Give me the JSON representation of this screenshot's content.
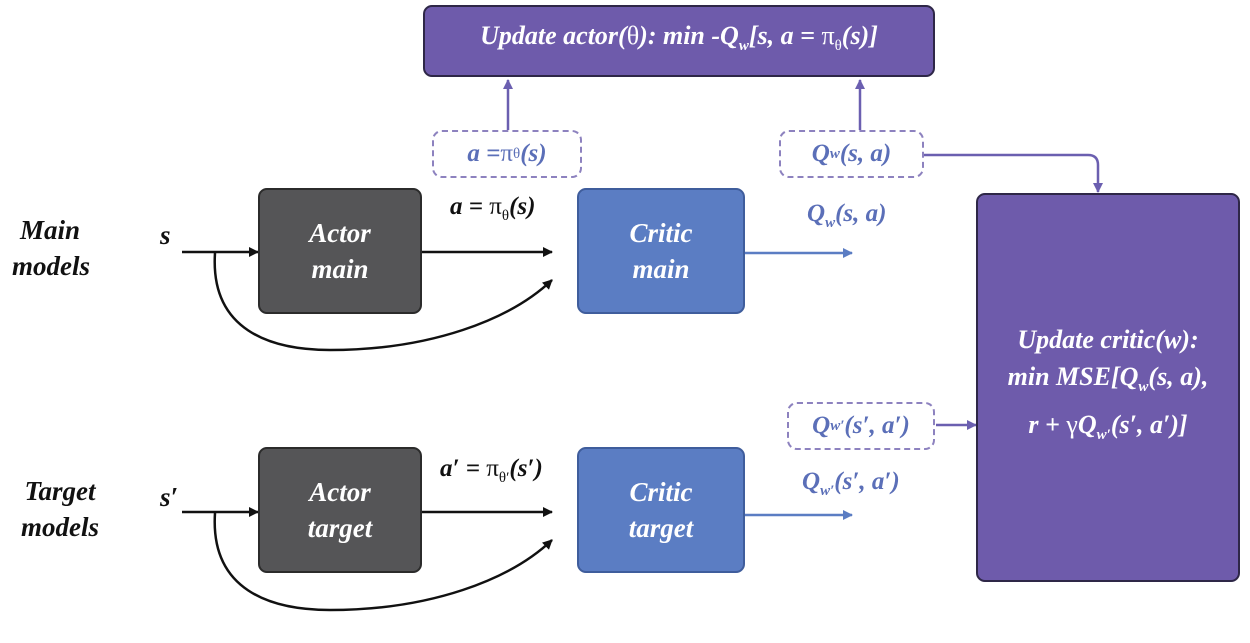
{
  "update_actor": {
    "prefix": "Update  actor(",
    "theta": "θ",
    "middle": "): min -Q",
    "w": "w",
    "suffix": "[s, a = ",
    "pi": "π",
    "theta_sub": "θ",
    "end": "(s)]"
  },
  "rows": {
    "main": {
      "line1": "Main",
      "line2": "models"
    },
    "target": {
      "line1": "Target",
      "line2": "models"
    }
  },
  "inputs": {
    "s": "s",
    "s_prime": "s′"
  },
  "boxes": {
    "actor_main": {
      "line1": "Actor",
      "line2": "main"
    },
    "critic_main": {
      "line1": "Critic",
      "line2": "main"
    },
    "actor_target": {
      "line1": "Actor",
      "line2": "target"
    },
    "critic_target": {
      "line1": "Critic",
      "line2": "target"
    }
  },
  "labels": {
    "a_eq": "a = ",
    "pi": "π",
    "theta": "θ",
    "s_paren": "(s)",
    "a_prime_eq": "a′ = ",
    "theta_prime": "θ′",
    "s_prime_paren": "(s′)",
    "Q": "Q",
    "w": "w",
    "w_prime": "w′",
    "q_args": "(s, a)",
    "q_prime_args": "(s′, a′)"
  },
  "update_critic": {
    "line1": "Update  critic(w):",
    "line2_pre": "min  MSE[Q",
    "w": "w",
    "line2_post": "(s, a),",
    "line3_pre": "r + ",
    "gamma": "γ",
    "Q": "Q",
    "w_prime": "w′",
    "line3_post": "(s′, a′)]"
  },
  "colors": {
    "actor_fill": "#555557",
    "critic_fill": "#5b7dc3",
    "update_fill": "#6e5bab",
    "arrow_purple": "#6b5fb0",
    "arrow_blue": "#5b7dc3",
    "arrow_black": "#111111"
  }
}
